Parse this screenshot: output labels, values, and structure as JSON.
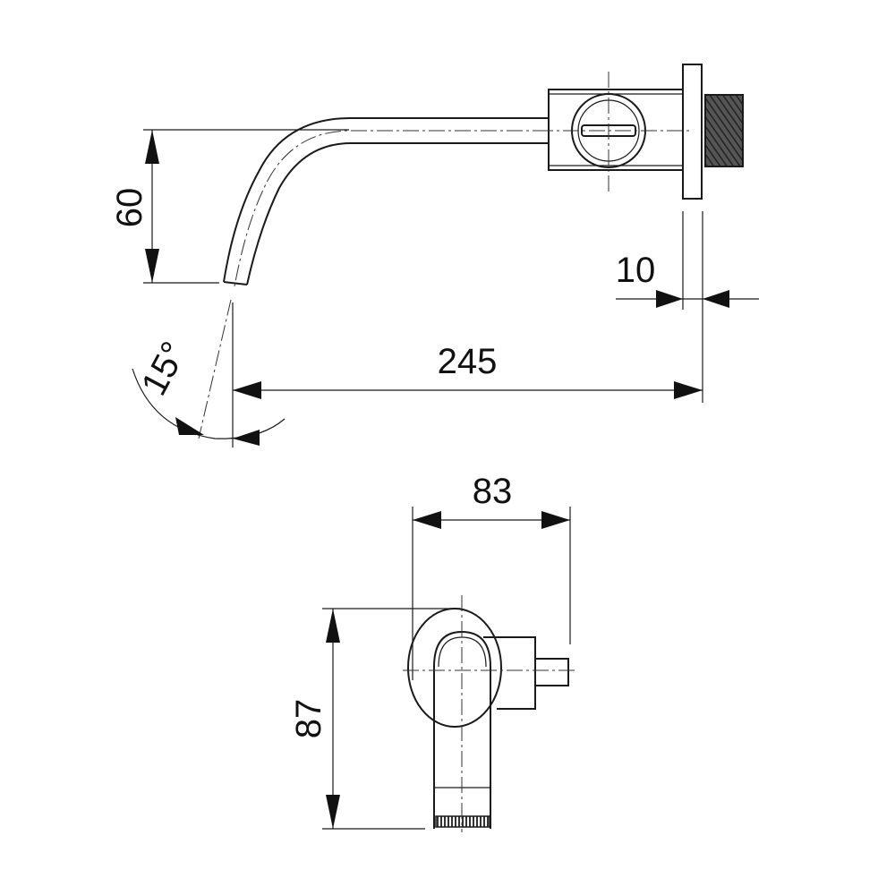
{
  "side_view": {
    "dim_height": "60",
    "dim_depth": "10",
    "dim_length": "245",
    "dim_angle": "15°"
  },
  "front_view": {
    "dim_width": "83",
    "dim_height": "87"
  },
  "colors": {
    "line": "#1a1a1a",
    "background": "#ffffff"
  }
}
